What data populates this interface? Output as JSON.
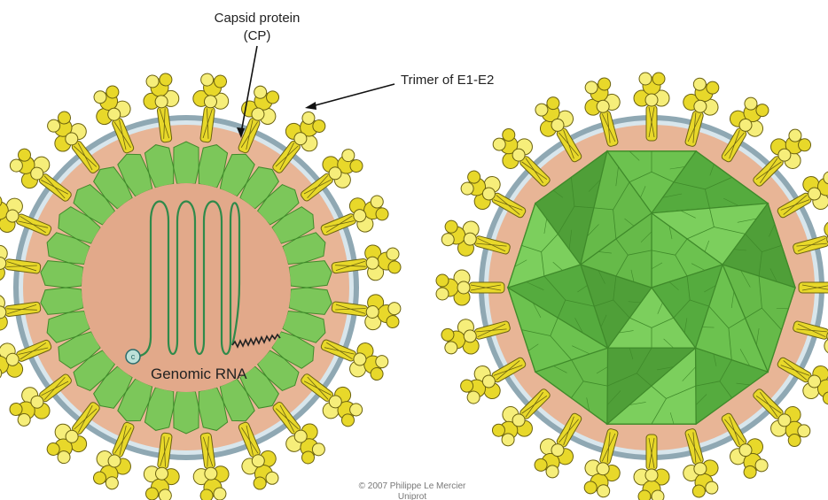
{
  "labels": {
    "capsid_line1": "Capsid protein",
    "capsid_line2": "(CP)",
    "trimer": "Trimer of E1-E2",
    "genomic_rna": "Genomic RNA",
    "cap": "c",
    "credit_line1": "© 2007 Philippe Le Mercier",
    "credit_line2": "Uniprot"
  },
  "colors": {
    "background": "#000000",
    "white_panel": "#ffffff",
    "membrane_outer": "#8fa8b3",
    "membrane_inner": "#d8e6ec",
    "matrix_tan": "#e8b596",
    "interior_tan": "#e2a98a",
    "capsid_green": "#7cc75a",
    "capsid_green_dark": "#3f8a2a",
    "icosahedron_green": "#5bb244",
    "spike_yellow": "#e8d82a",
    "spike_yellow_light": "#f6ee7a",
    "spike_outline": "#6b6210",
    "rna_green": "#2f8a4a"
  },
  "virions": [
    {
      "view": "cross-section",
      "spikes": 24
    },
    {
      "view": "surface",
      "spikes": 24
    }
  ]
}
